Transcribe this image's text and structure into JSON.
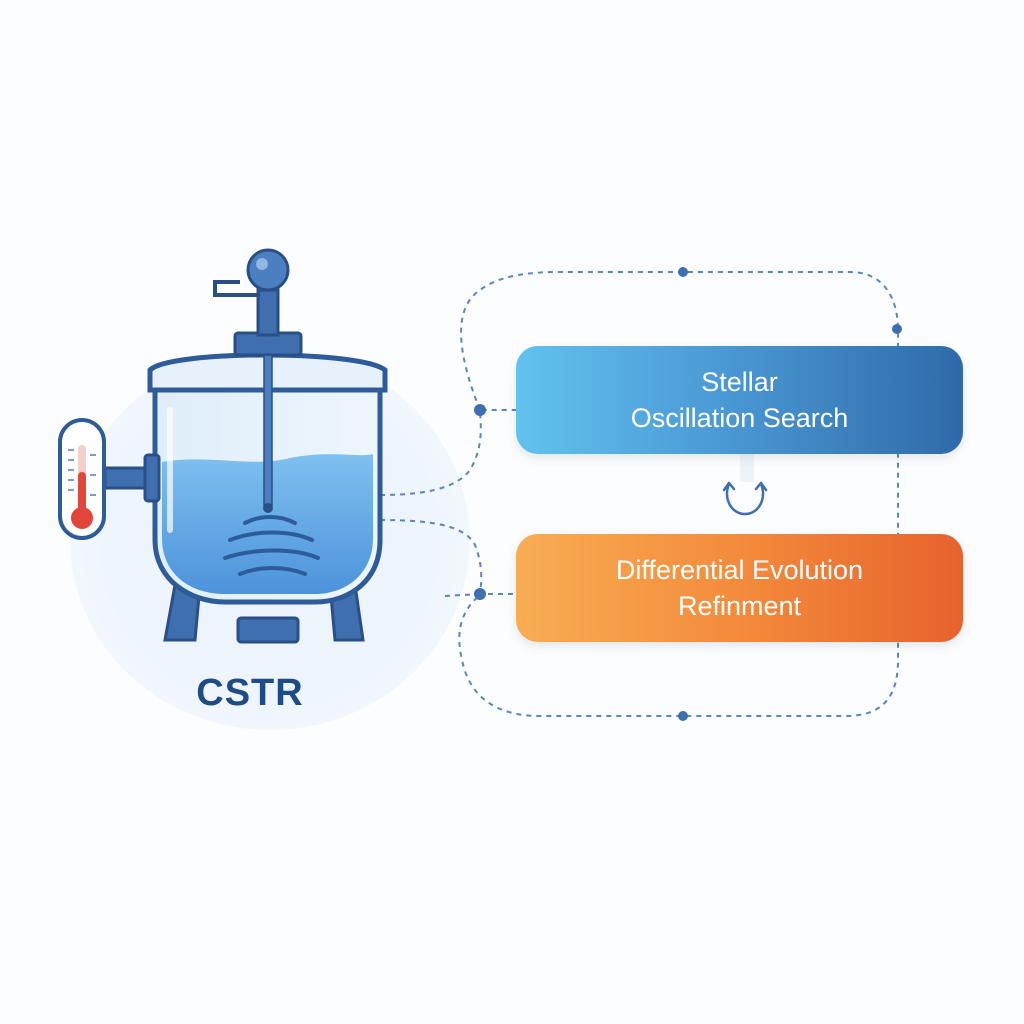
{
  "reactor": {
    "label": "CSTR",
    "icon": "cstr-reactor-icon",
    "thermometer_icon": "thermometer-icon"
  },
  "steps": [
    {
      "line1": "Stellar",
      "line2": "Oscillation Search",
      "color": "#4b9ad5"
    },
    {
      "line1": "Differential Evolution",
      "line2": "Refinment",
      "color": "#f38b3b"
    }
  ],
  "link_icon": "feedback-arrow-icon",
  "colors": {
    "primary_blue": "#2f5e9e",
    "connector": "#5b86bd",
    "thermometer_red": "#e2463a"
  }
}
